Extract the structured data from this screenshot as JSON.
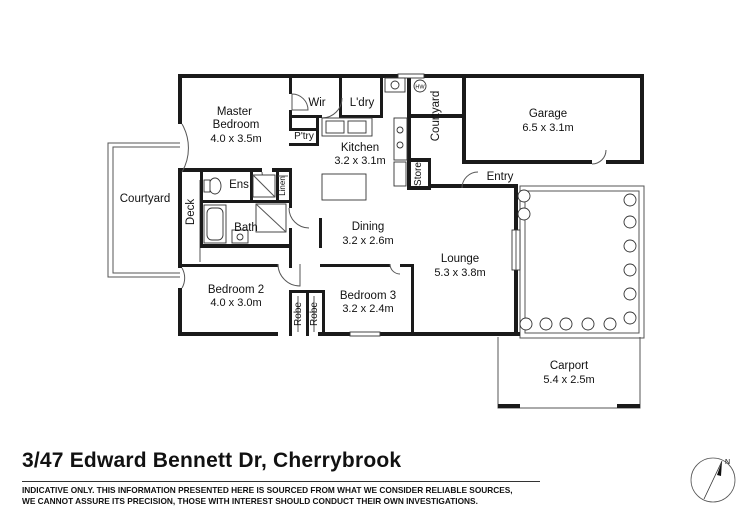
{
  "rooms": {
    "master_bedroom": {
      "name": "Master\nBedroom",
      "dims": "4.0 x 3.5m"
    },
    "wir": {
      "name": "Wir"
    },
    "laundry": {
      "name": "L'dry"
    },
    "hot_water": {
      "name": "HW"
    },
    "pantry": {
      "name": "P'try"
    },
    "courtyard_side": {
      "name": "Courtyard"
    },
    "garage": {
      "name": "Garage",
      "dims": "6.5 x 3.1m"
    },
    "kitchen": {
      "name": "Kitchen",
      "dims": "3.2 x 3.1m"
    },
    "store": {
      "name": "Store"
    },
    "entry": {
      "name": "Entry"
    },
    "ensuite": {
      "name": "Ens"
    },
    "linen": {
      "name": "Linen"
    },
    "courtyard_left": {
      "name": "Courtyard"
    },
    "deck": {
      "name": "Deck"
    },
    "bath": {
      "name": "Bath"
    },
    "dining": {
      "name": "Dining",
      "dims": "3.2 x 2.6m"
    },
    "lounge": {
      "name": "Lounge",
      "dims": "5.3 x 3.8m"
    },
    "bedroom_2": {
      "name": "Bedroom 2",
      "dims": "4.0 x 3.0m"
    },
    "bedroom_3": {
      "name": "Bedroom 3",
      "dims": "3.2 x 2.4m"
    },
    "robe_1": {
      "name": "Robe"
    },
    "robe_2": {
      "name": "Robe"
    },
    "carport": {
      "name": "Carport",
      "dims": "5.4 x 2.5m"
    }
  },
  "address": "3/47 Edward Bennett Dr, Cherrybrook",
  "disclaimer": {
    "line1": "INDICATIVE ONLY. THIS INFORMATION PRESENTED HERE IS SOURCED FROM WHAT WE CONSIDER RELIABLE SOURCES,",
    "line2": "WE CANNOT ASSURE ITS PRECISION, THOSE WITH INTEREST SHOULD CONDUCT THEIR OWN INVESTIGATIONS."
  },
  "compass": {
    "label": "N",
    "icon": "north-arrow-icon"
  }
}
